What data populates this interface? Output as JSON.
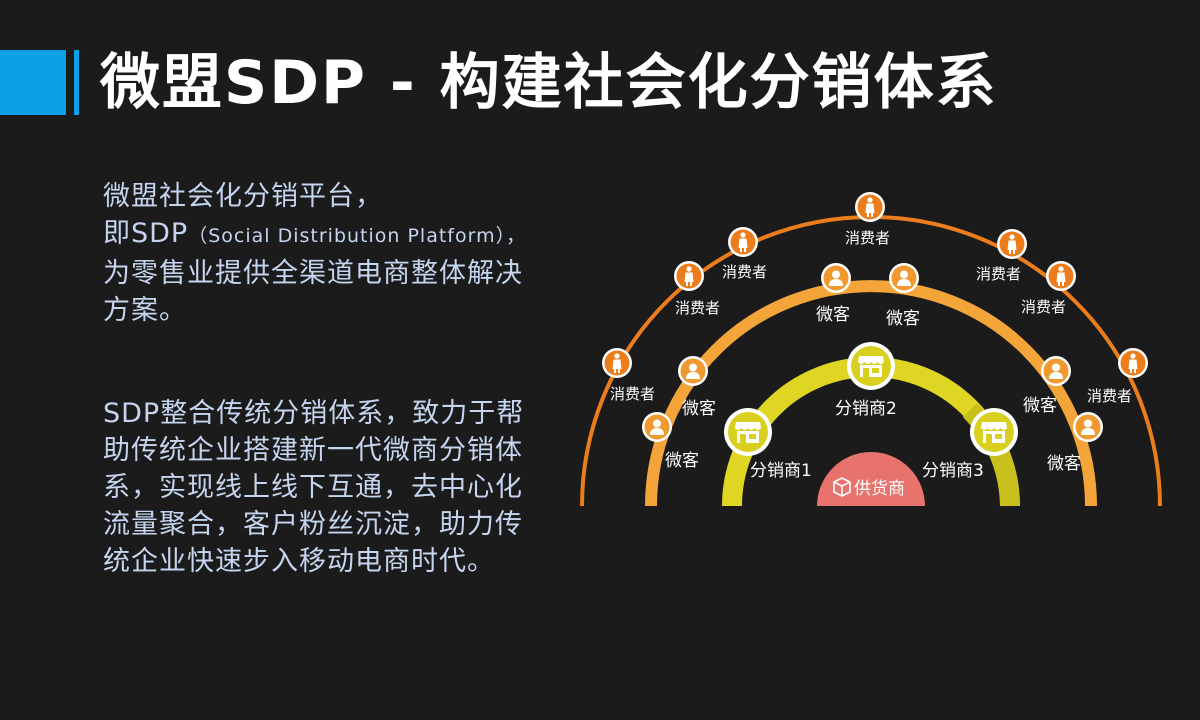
{
  "title": "微盟SDP - 构建社会化分销体系",
  "intro": {
    "line1": "微盟社会化分销平台，",
    "line2_prefix": "即SDP",
    "line2_small": "（Social Distribution Platform），",
    "line3": "为零售业提供全渠道电商整体解决方案。"
  },
  "paragraph": "SDP整合传统分销体系，致力于帮助传统企业搭建新一代微商分销体系，实现线上线下互通，去中心化流量聚合，客户粉丝沉淀，助力传统企业快速步入移动电商时代。",
  "diagram": {
    "center_label": "供货商",
    "distributors": [
      "分销商1",
      "分销商2",
      "分销商3"
    ],
    "wike_label": "微客",
    "consumer_label": "消费者",
    "colors": {
      "inner_arc": "#dfd624",
      "middle_arc": "#f3a53a",
      "outer_arc": "#eb7d1c",
      "center": "#e8736c",
      "icon_fill": "#f0992f"
    }
  }
}
